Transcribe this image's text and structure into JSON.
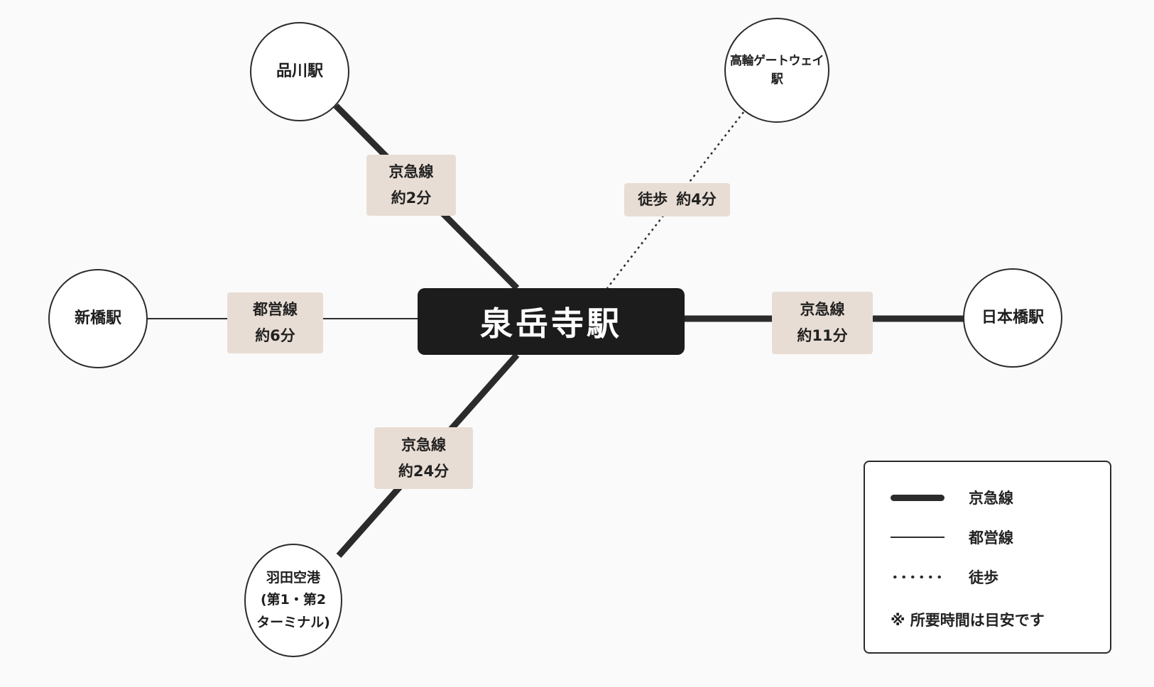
{
  "hub": {
    "label": "泉岳寺駅"
  },
  "stations": {
    "shinagawa": {
      "label": "品川駅"
    },
    "takanawa": {
      "label": "高輪ゲートウェイ駅"
    },
    "shimbashi": {
      "label": "新橋駅"
    },
    "nihombashi": {
      "label": "日本橋駅"
    },
    "haneda": {
      "line1": "羽田空港",
      "line2": "(第1・第2",
      "line3": "ターミナル)"
    }
  },
  "routes": {
    "shinagawa": {
      "line": "京急線",
      "time": "約2分"
    },
    "takanawa": {
      "line": "徒歩",
      "time": "約4分"
    },
    "shimbashi": {
      "line": "都営線",
      "time": "約6分"
    },
    "nihombashi": {
      "line": "京急線",
      "time": "約11分"
    },
    "haneda": {
      "line": "京急線",
      "time": "約24分"
    }
  },
  "legend": {
    "keikyu": "京急線",
    "toei": "都営線",
    "walk": "徒歩",
    "note": "※ 所要時間は目安です"
  }
}
